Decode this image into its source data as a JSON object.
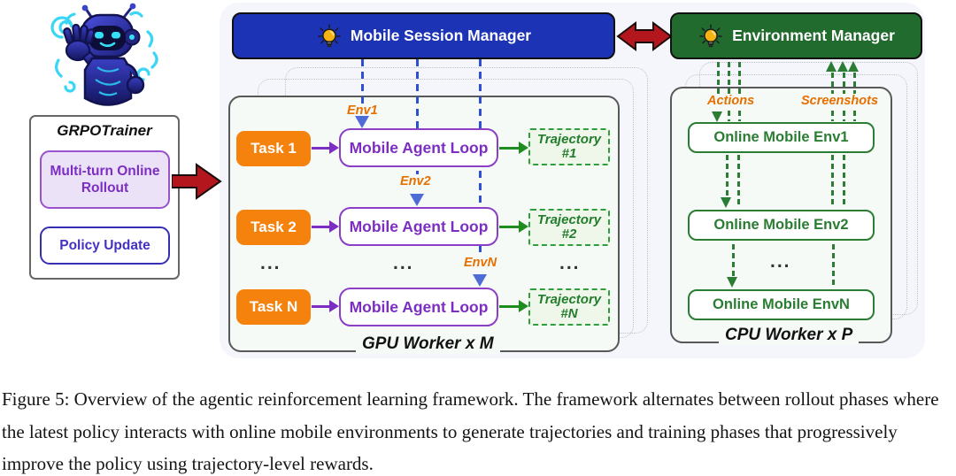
{
  "caption": {
    "text": "Figure 5: Overview of the agentic reinforcement learning framework. The framework alternates between rollout phases where the latest policy interacts with online mobile environments to generate trajectories and training phases that progressively improve the policy using trajectory-level rewards."
  },
  "trainer": {
    "title": "GRPOTrainer",
    "rollout_label": "Multi-turn Online Rollout",
    "policy_label": "Policy Update"
  },
  "managers": {
    "session": "Mobile Session Manager",
    "environment": "Environment Manager"
  },
  "gpu_worker": {
    "panel_label": "GPU Worker x M",
    "ellipsis": "...",
    "rows": [
      {
        "task": "Task 1",
        "agent": "Mobile Agent Loop",
        "trajectory_line1": "Trajectory",
        "trajectory_line2": "#1",
        "env_label": "Env1"
      },
      {
        "task": "Task 2",
        "agent": "Mobile Agent Loop",
        "trajectory_line1": "Trajectory",
        "trajectory_line2": "#2",
        "env_label": "Env2"
      },
      {
        "task": "Task N",
        "agent": "Mobile Agent Loop",
        "trajectory_line1": "Trajectory",
        "trajectory_line2": "#N",
        "env_label": "EnvN"
      }
    ]
  },
  "cpu_worker": {
    "panel_label": "CPU Worker x P",
    "actions_label": "Actions",
    "screenshots_label": "Screenshots",
    "ellipsis": "...",
    "envs": [
      {
        "label": "Online Mobile Env1"
      },
      {
        "label": "Online Mobile Env2"
      },
      {
        "label": "Online Mobile EnvN"
      }
    ]
  },
  "colors": {
    "session_header": "#1d33b5",
    "env_header": "#226b2e",
    "task_orange": "#f5820d",
    "purple": "#7d2ec2",
    "green": "#1e8c1e",
    "blue_dash": "#2e4fd0",
    "label_orange": "#e66f00",
    "red_arrow": "#b3161d",
    "light_card": "#f4f6fb",
    "panel_fill": "#f5faf6"
  }
}
